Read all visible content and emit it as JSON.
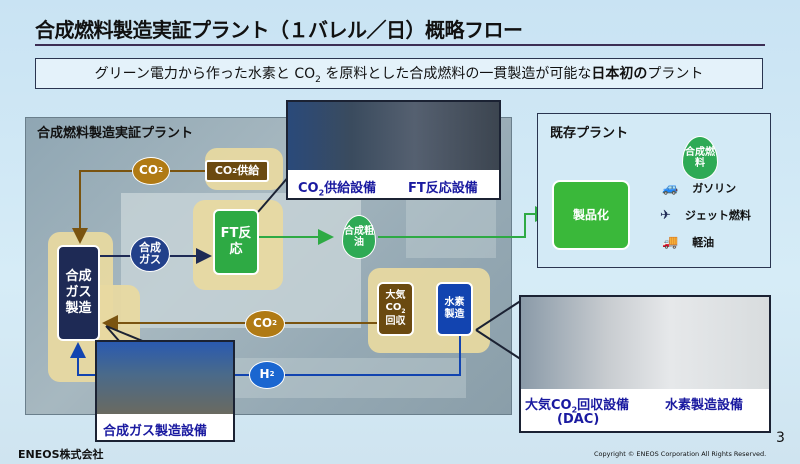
{
  "title": "合成燃料製造実証プラント（１バレル／日）概略フロー",
  "subtitle": {
    "pre": "グリーン電力から作った水素と CO",
    "sub": "2",
    "mid": " を原料とした合成燃料の一貫製造が可能な",
    "bold": "日本初の",
    "post": "プラント"
  },
  "left_panel": {
    "label": "合成燃料製造実証プラント",
    "co2_cloud_top": {
      "text": "CO",
      "sub": "2"
    },
    "co2_supply": {
      "text": "CO",
      "sub": "2",
      "post": "供給"
    },
    "syngas_cloud": "合成ガス",
    "ft_reaction": "FT反応",
    "crude_drop": "合成粗油",
    "syngas_production": "合成ガス製造",
    "dac": {
      "l1": "大気",
      "l2": "CO",
      "sub": "2",
      "l3": "回収"
    },
    "h2_production": "水素製造",
    "co2_cloud_bottom": {
      "text": "CO",
      "sub": "2"
    },
    "h2_cloud": {
      "text": "H",
      "sub": "2"
    }
  },
  "photos": {
    "top": {
      "cap1_pre": "CO",
      "cap1_sub": "2",
      "cap1_post": "供給設備",
      "cap2": "FT反応設備"
    },
    "bottom_left": {
      "cap": "合成ガス製造設備"
    },
    "right": {
      "cap1_pre": "大気CO",
      "cap1_sub": "2",
      "cap1_post": "回収設備",
      "cap1_line2": "(DAC)",
      "cap2": "水素製造設備"
    }
  },
  "right_panel": {
    "label": "既存プラント",
    "fuel_drop": "合成燃料",
    "productization": "製品化",
    "products": [
      {
        "icon": "car-icon",
        "label": "ガソリン"
      },
      {
        "icon": "airplane-icon",
        "label": "ジェット燃料"
      },
      {
        "icon": "truck-icon",
        "label": "軽油"
      }
    ]
  },
  "footer": {
    "company": "ENEOS株式会社",
    "copyright": "Copyright © ENEOS Corporation  All Rights Reserved.",
    "page": "3"
  },
  "colors": {
    "navy": "#1e2a55",
    "green": "#2eaa44",
    "brown": "#7a5410",
    "blue": "#1244b0",
    "beige": "#e8d9a0",
    "cloud_brown": "#b07a14"
  }
}
